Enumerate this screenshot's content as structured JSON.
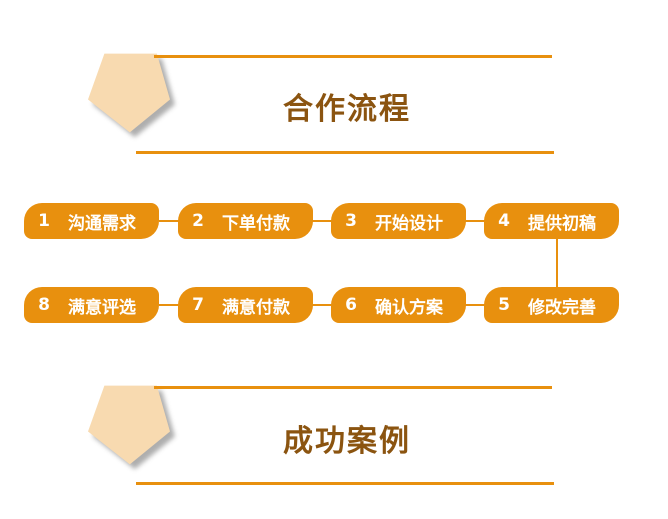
{
  "sections": {
    "process": {
      "title": "合作流程"
    },
    "cases": {
      "title": "成功案例"
    }
  },
  "colors": {
    "accent": "#E8900E",
    "title": "#8B5410",
    "pentagon": "#F8DAB0"
  },
  "steps": [
    {
      "num": "1",
      "label": "沟通需求"
    },
    {
      "num": "2",
      "label": "下单付款"
    },
    {
      "num": "3",
      "label": "开始设计"
    },
    {
      "num": "4",
      "label": "提供初稿"
    },
    {
      "num": "5",
      "label": "修改完善"
    },
    {
      "num": "6",
      "label": "确认方案"
    },
    {
      "num": "7",
      "label": "满意付款"
    },
    {
      "num": "8",
      "label": "满意评选"
    }
  ]
}
